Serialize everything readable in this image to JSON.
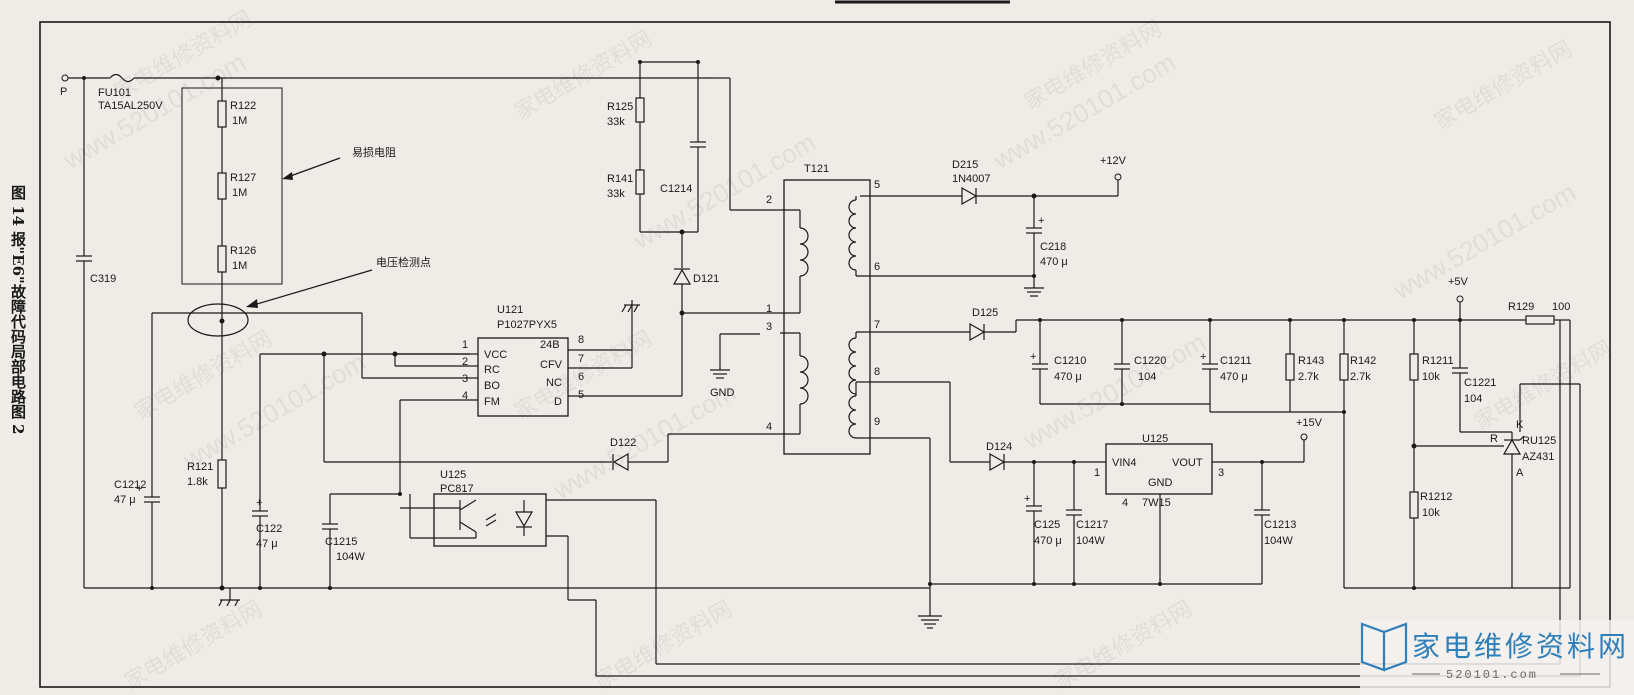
{
  "figure": {
    "caption": "图 14 报\"E6\"故障代码局部电路图 2",
    "annotations": {
      "fragile_resistor": "易损电阻",
      "voltage_test_point": "电压检测点"
    }
  },
  "watermark": {
    "text_url": "www.520101.com",
    "text_cn": "家电维修资料网"
  },
  "logo": {
    "cn": "家电维修资料网",
    "url": "520101.com",
    "colors": {
      "book": "#2f7fb8",
      "text": "#2f7fb8"
    }
  },
  "components": {
    "P": "P",
    "FU101": [
      "FU101",
      "TA15AL250V"
    ],
    "R122": [
      "R122",
      "1M"
    ],
    "R127": [
      "R127",
      "1M"
    ],
    "R126": [
      "R126",
      "1M"
    ],
    "R121": [
      "R121",
      "1.8k"
    ],
    "C319": "C319",
    "C1212": [
      "C1212",
      "47 μ"
    ],
    "C122": [
      "C122",
      "47 μ"
    ],
    "C1215": [
      "C1215",
      "104W"
    ],
    "R125": [
      "R125",
      "33k"
    ],
    "R141": [
      "R141",
      "33k"
    ],
    "C1214": "C1214",
    "D121": "D121",
    "U121": [
      "U121",
      "P1027PYX5"
    ],
    "U121_pins_left": [
      "VCC",
      "RC",
      "BO",
      "FM"
    ],
    "U121_pins_right": [
      "24B",
      "CFV",
      "NC",
      "D"
    ],
    "U121_pin_nums_left": [
      "1",
      "2",
      "3",
      "4"
    ],
    "U121_pin_nums_right": [
      "8",
      "7",
      "6",
      "5"
    ],
    "GND": "GND",
    "D122": "D122",
    "U125_oc": [
      "U125",
      "PC817"
    ],
    "T121": "T121",
    "T121_pins": [
      "2",
      "1",
      "3",
      "4",
      "5",
      "6",
      "7",
      "8",
      "9"
    ],
    "D215": [
      "D215",
      "1N4007"
    ],
    "V12": "+12V",
    "C218": [
      "C218",
      "470 μ"
    ],
    "D125": "D125",
    "C1210": [
      "C1210",
      "470 μ"
    ],
    "C1220": [
      "C1220",
      "104"
    ],
    "C1211": [
      "C1211",
      "470 μ"
    ],
    "R143": [
      "R143",
      "2.7k"
    ],
    "R142": [
      "R142",
      "2.7k"
    ],
    "V5": "+5V",
    "R129": [
      "R129",
      "100"
    ],
    "R1211": [
      "R1211",
      "10k"
    ],
    "C1221": [
      "C1221",
      "104"
    ],
    "R1212": [
      "R1212",
      "10k"
    ],
    "RU125": [
      "RU125",
      "AZ431"
    ],
    "RU125_pins": [
      "K",
      "R",
      "A"
    ],
    "D124": "D124",
    "U125_reg": [
      "U125",
      "7W15",
      "VIN4",
      "VOUT",
      "GND",
      "1",
      "3",
      "4"
    ],
    "V15": "+15V",
    "C125": [
      "C125",
      "470 μ"
    ],
    "C1217": [
      "C1217",
      "104W"
    ],
    "C1213": [
      "C1213",
      "104W"
    ]
  }
}
